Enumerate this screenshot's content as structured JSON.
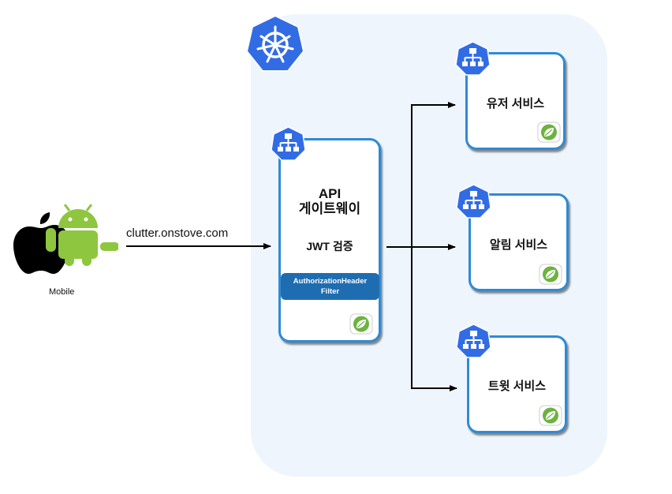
{
  "client": {
    "caption": "Mobile",
    "icons": [
      "apple-icon",
      "android-icon"
    ]
  },
  "connection": {
    "url_label": "clutter.onstove.com"
  },
  "cluster": {
    "icon": "kubernetes-icon",
    "background_color": "#eef5fc"
  },
  "gateway": {
    "title_line1": "API",
    "title_line2": "게이트웨이",
    "jwt_label": "JWT 검증",
    "filter_line1": "AuthorizationHeader",
    "filter_line2": "Filter",
    "icons": [
      "ingress-icon",
      "spring-icon"
    ]
  },
  "services": [
    {
      "name": "유저 서비스"
    },
    {
      "name": "알림 서비스"
    },
    {
      "name": "트윗 서비스"
    }
  ],
  "colors": {
    "box_border": "#2f8bd3",
    "filter_bg": "#1f6db1",
    "k8s_blue": "#326ce5",
    "spring_green": "#6db33f"
  }
}
